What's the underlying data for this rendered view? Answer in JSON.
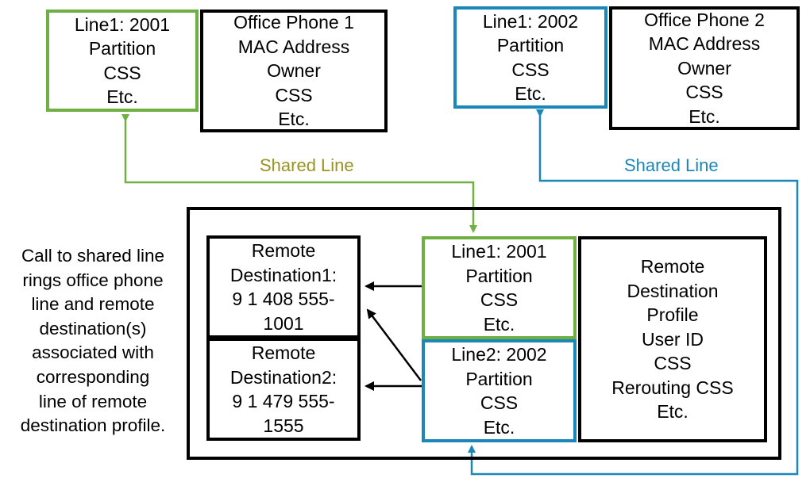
{
  "colors": {
    "green": "#70b043",
    "blue": "#1b87b8",
    "label_green": "#9a9320",
    "label_blue": "#1b87b8",
    "black": "#000000"
  },
  "top_left_line": {
    "lines": [
      "Line1: 2001",
      "Partition",
      "CSS",
      "Etc."
    ]
  },
  "office_phone_1": {
    "lines": [
      "Office Phone 1",
      "MAC Address",
      "Owner",
      "CSS",
      "Etc."
    ]
  },
  "top_right_line": {
    "lines": [
      "Line1: 2002",
      "Partition",
      "CSS",
      "Etc."
    ]
  },
  "office_phone_2": {
    "lines": [
      "Office Phone 2",
      "MAC Address",
      "Owner",
      "CSS",
      "Etc."
    ]
  },
  "shared_line_left": "Shared Line",
  "shared_line_right": "Shared Line",
  "remote_destination_1": {
    "lines": [
      "Remote",
      "Destination1:",
      "9 1 408 555-",
      "1001"
    ]
  },
  "remote_destination_2": {
    "lines": [
      "Remote",
      "Destination2:",
      "9 1 479 555-",
      "1555"
    ]
  },
  "profile_line_1": {
    "lines": [
      "Line1: 2001",
      "Partition",
      "CSS",
      "Etc."
    ]
  },
  "profile_line_2": {
    "lines": [
      "Line2: 2002",
      "Partition",
      "CSS",
      "Etc."
    ]
  },
  "remote_destination_profile": {
    "lines": [
      "Remote",
      "Destination",
      "Profile",
      "User ID",
      "CSS",
      "Rerouting CSS",
      "Etc."
    ]
  },
  "note": {
    "lines": [
      "Call to shared line",
      "rings office phone",
      "line and remote",
      "destination(s)",
      "associated with",
      "corresponding",
      "line of remote",
      "destination profile."
    ]
  }
}
